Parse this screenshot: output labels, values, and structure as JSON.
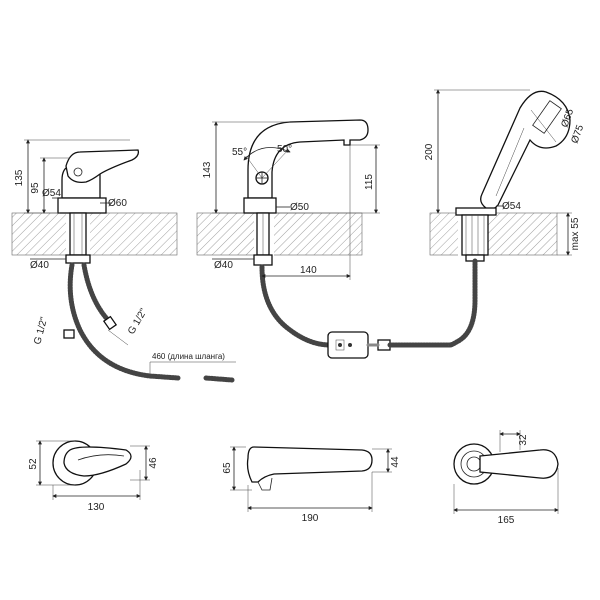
{
  "labels": {
    "mixer_height": "135",
    "mixer_handle_height": "95",
    "mixer_dia_54": "Ø54",
    "mixer_dia_60": "Ø60",
    "mixer_dia_40": "Ø40",
    "thread_left": "G 1/2\"",
    "thread_right": "G 1/2\"",
    "hose_length": "460 (длина шланга)",
    "spout_height": "143",
    "spout_angle_left": "55°",
    "spout_angle_right": "50°",
    "spout_outlet_height": "115",
    "spout_dia_50": "Ø50",
    "spout_dia_40": "Ø40",
    "spout_reach": "140",
    "shower_height": "200",
    "shower_dia_65": "Ø65",
    "shower_dia_75": "Ø75",
    "holder_dia_54": "Ø54",
    "deck_thickness": "max 55",
    "top_mixer_depth": "52",
    "top_mixer_handle": "46",
    "top_mixer_length": "130",
    "top_spout_depth": "65",
    "top_spout_outlet": "44",
    "top_spout_length": "190",
    "top_shower_width": "32",
    "top_shower_length": "165"
  }
}
